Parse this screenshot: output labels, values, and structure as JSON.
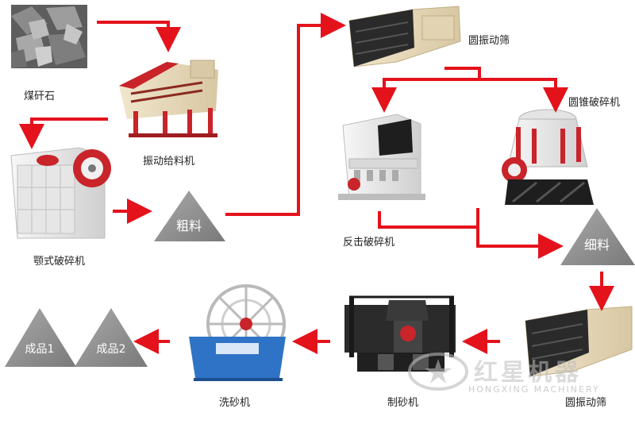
{
  "nodes": {
    "coal_gangue": "煤矸石",
    "vibrating_feeder": "振动给料机",
    "jaw_crusher": "颚式破碎机",
    "coarse_material": "粗料",
    "vibrating_screen_top": "圆振动筛",
    "cone_crusher": "圆锥破碎机",
    "impact_crusher": "反击破碎机",
    "fine_material": "细料",
    "vibrating_screen_bottom": "圆振动筛",
    "sand_maker": "制砂机",
    "sand_washer": "洗砂机",
    "product_2": "成品2",
    "product_1": "成品1"
  },
  "watermark": {
    "brand_cn": "红星机器",
    "brand_en": "HONGXING MACHINERY"
  },
  "colors": {
    "arrow": "#e4121b",
    "pile": "#8e8e8e",
    "pile_light": "#b8b8b8",
    "machine_red": "#c8242a",
    "machine_cream": "#e9dcc0",
    "washer_blue": "#2f73c6"
  }
}
